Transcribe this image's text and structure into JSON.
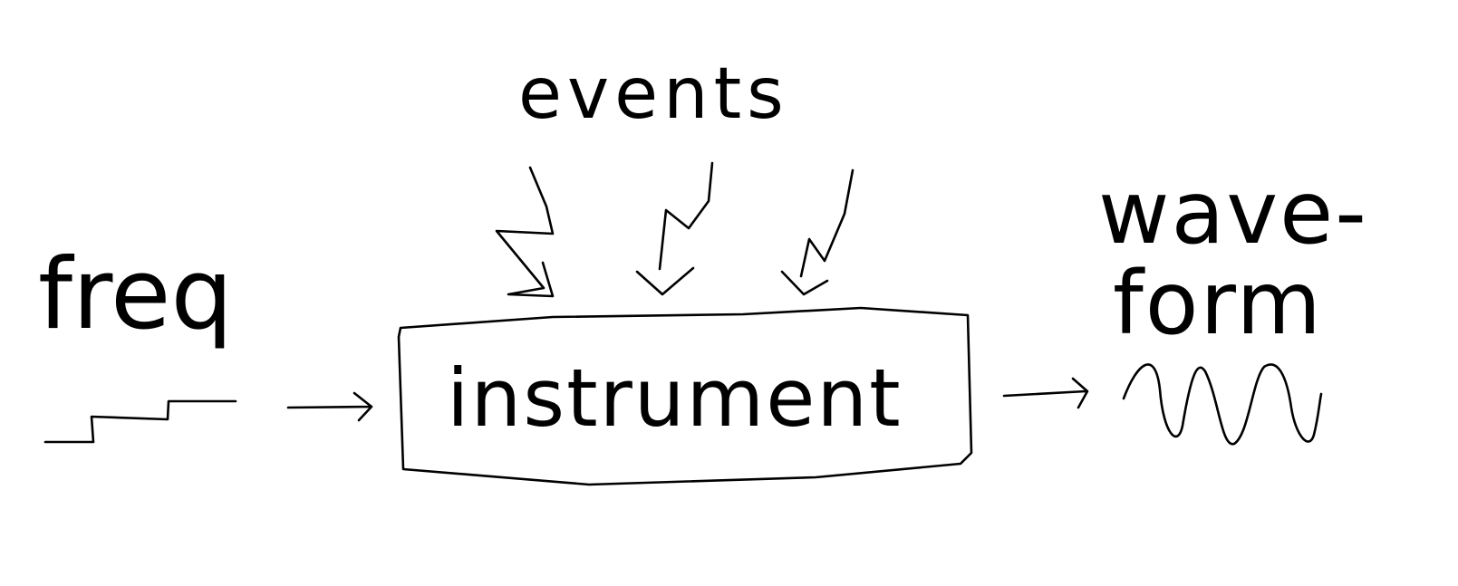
{
  "diagram": {
    "events_label": "events",
    "freq_label": "freq",
    "waveform_label_line1": "wave-",
    "waveform_label_line2": "form",
    "instrument_label": "instrument"
  },
  "colors": {
    "background": "#ffffff",
    "ink": "#000000"
  }
}
